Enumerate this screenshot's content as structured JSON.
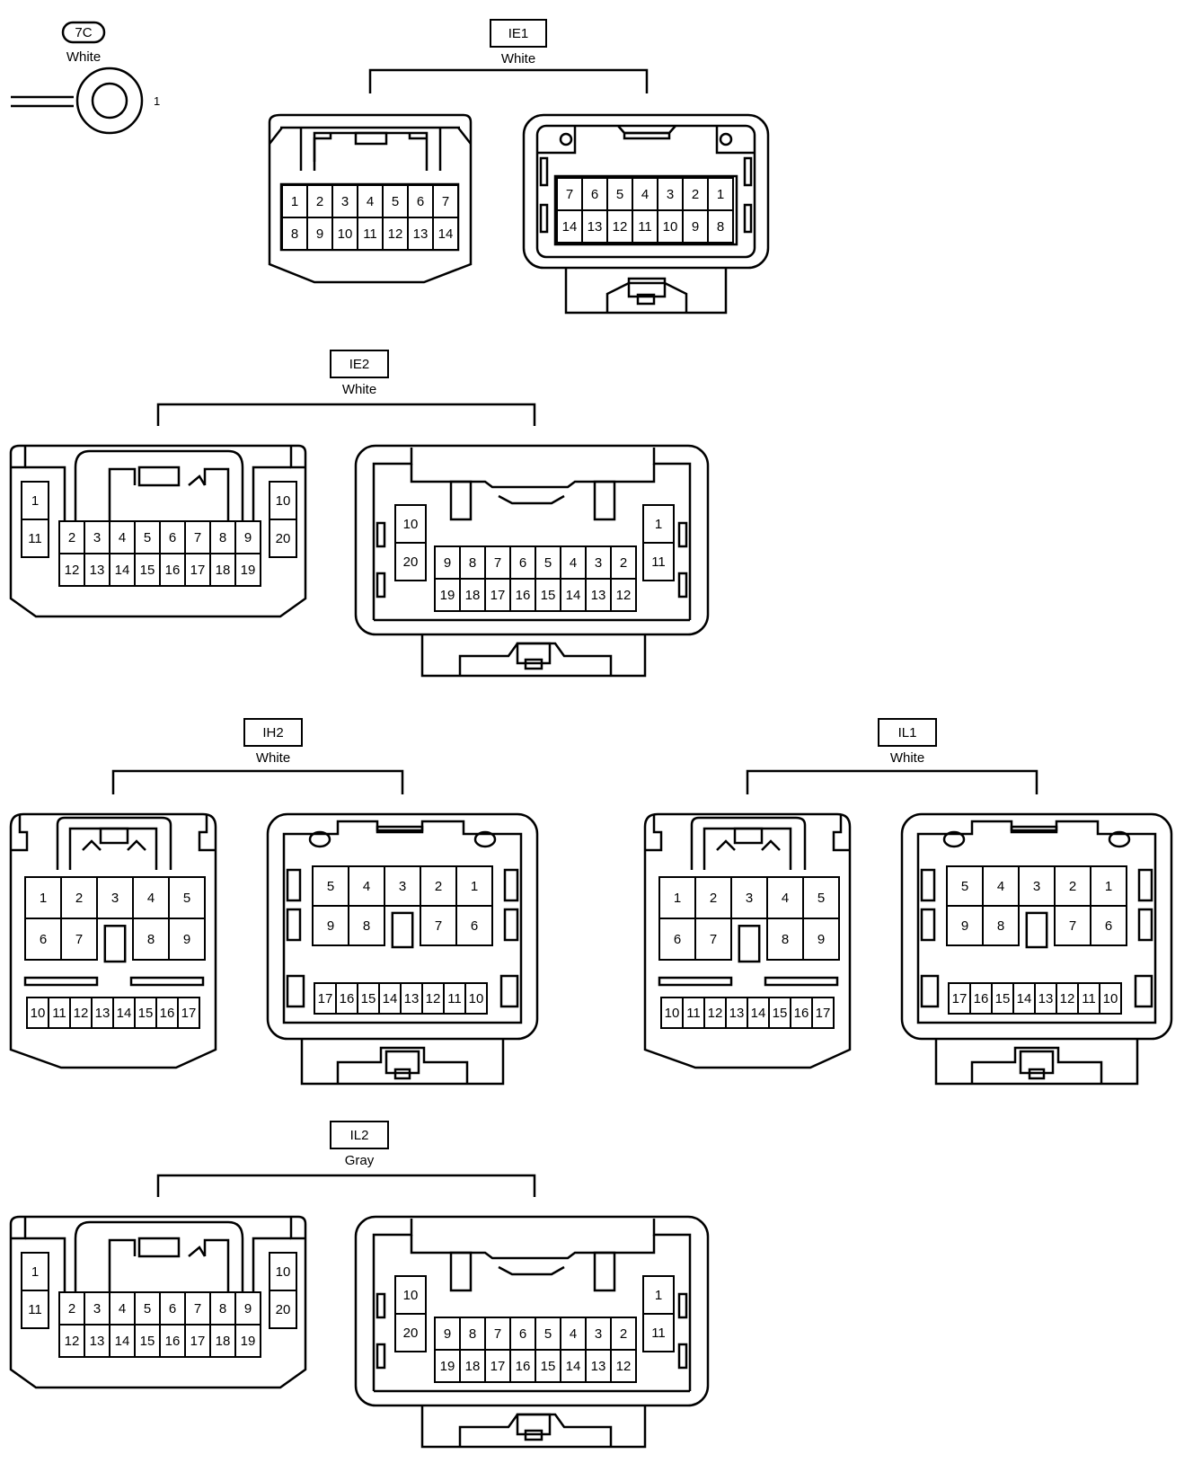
{
  "connectors": [
    {
      "id": "7C",
      "color": "White",
      "pin_label": "1"
    },
    {
      "id": "IE1",
      "color": "White",
      "male": {
        "rows": [
          [
            "1",
            "2",
            "3",
            "4",
            "5",
            "6",
            "7"
          ],
          [
            "8",
            "9",
            "10",
            "11",
            "12",
            "13",
            "14"
          ]
        ]
      },
      "female": {
        "rows": [
          [
            "7",
            "6",
            "5",
            "4",
            "3",
            "2",
            "1"
          ],
          [
            "14",
            "13",
            "12",
            "11",
            "10",
            "9",
            "8"
          ]
        ]
      }
    },
    {
      "id": "IE2",
      "color": "White",
      "male": {
        "left": [
          "1",
          "11"
        ],
        "right": [
          "10",
          "20"
        ],
        "rows": [
          [
            "2",
            "3",
            "4",
            "5",
            "6",
            "7",
            "8",
            "9"
          ],
          [
            "12",
            "13",
            "14",
            "15",
            "16",
            "17",
            "18",
            "19"
          ]
        ]
      },
      "female": {
        "left": [
          "10",
          "20"
        ],
        "right": [
          "1",
          "11"
        ],
        "rows": [
          [
            "9",
            "8",
            "7",
            "6",
            "5",
            "4",
            "3",
            "2"
          ],
          [
            "19",
            "18",
            "17",
            "16",
            "15",
            "14",
            "13",
            "12"
          ]
        ]
      }
    },
    {
      "id": "IH2",
      "color": "White",
      "male": {
        "upper": [
          [
            "1",
            "2",
            "3",
            "4",
            "5"
          ],
          [
            "6",
            "7",
            "",
            "8",
            "9"
          ]
        ],
        "lower": [
          "10",
          "11",
          "12",
          "13",
          "14",
          "15",
          "16",
          "17"
        ]
      },
      "female": {
        "upper": [
          [
            "5",
            "4",
            "3",
            "2",
            "1"
          ],
          [
            "9",
            "8",
            "",
            "7",
            "6"
          ]
        ],
        "lower": [
          "17",
          "16",
          "15",
          "14",
          "13",
          "12",
          "11",
          "10"
        ]
      }
    },
    {
      "id": "IL1",
      "color": "White",
      "male": {
        "upper": [
          [
            "1",
            "2",
            "3",
            "4",
            "5"
          ],
          [
            "6",
            "7",
            "",
            "8",
            "9"
          ]
        ],
        "lower": [
          "10",
          "11",
          "12",
          "13",
          "14",
          "15",
          "16",
          "17"
        ]
      },
      "female": {
        "upper": [
          [
            "5",
            "4",
            "3",
            "2",
            "1"
          ],
          [
            "9",
            "8",
            "",
            "7",
            "6"
          ]
        ],
        "lower": [
          "17",
          "16",
          "15",
          "14",
          "13",
          "12",
          "11",
          "10"
        ]
      }
    },
    {
      "id": "IL2",
      "color": "Gray",
      "male": {
        "left": [
          "1",
          "11"
        ],
        "right": [
          "10",
          "20"
        ],
        "rows": [
          [
            "2",
            "3",
            "4",
            "5",
            "6",
            "7",
            "8",
            "9"
          ],
          [
            "12",
            "13",
            "14",
            "15",
            "16",
            "17",
            "18",
            "19"
          ]
        ]
      },
      "female": {
        "left": [
          "10",
          "20"
        ],
        "right": [
          "1",
          "11"
        ],
        "rows": [
          [
            "9",
            "8",
            "7",
            "6",
            "5",
            "4",
            "3",
            "2"
          ],
          [
            "19",
            "18",
            "17",
            "16",
            "15",
            "14",
            "13",
            "12"
          ]
        ]
      }
    }
  ]
}
